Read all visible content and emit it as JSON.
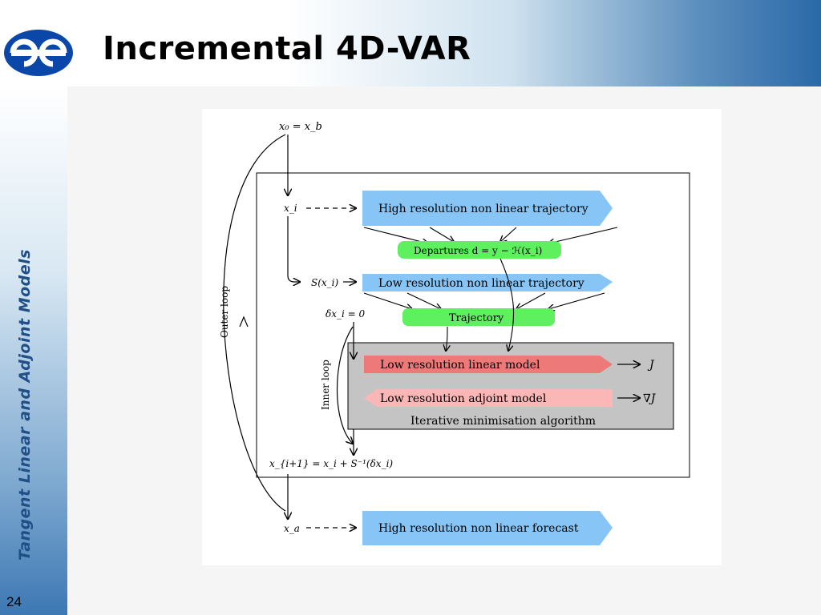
{
  "slide": {
    "title": "Incremental 4D-VAR",
    "side_label": "Tangent Linear and Adjoint Models",
    "page_number": "24",
    "logo_icon": "ecmwf-logo-icon"
  },
  "colors": {
    "blue_arrow": "#86c5f5",
    "green_box": "#5ef05e",
    "red_arrow": "#ee7979",
    "pink_arrow": "#fbb6b6",
    "inner_panel": "#c4c4c4",
    "title_accent": "#2a69a8"
  },
  "diagram": {
    "x0_label": "x₀ = x_b",
    "xi_label": "x_i",
    "high_res_traj": "High resolution non linear trajectory",
    "departures": "Departures d = y − ℋ(x_i)",
    "s_xi": "S(x_i)",
    "low_res_traj": "Low resolution non linear trajectory",
    "dx_zero": "δx_i = 0",
    "trajectory": "Trajectory",
    "outer_loop": "Outer loop",
    "inner_loop": "Inner loop",
    "low_res_linear": "Low resolution linear model",
    "low_res_adjoint": "Low resolution adjoint model",
    "iterative": "Iterative minimisation algorithm",
    "j_label": "J",
    "grad_j_label": "∇J",
    "update": "x_{i+1} = x_i + S⁻¹(δx_i)",
    "xa_label": "x_a",
    "forecast": "High resolution non linear forecast"
  }
}
